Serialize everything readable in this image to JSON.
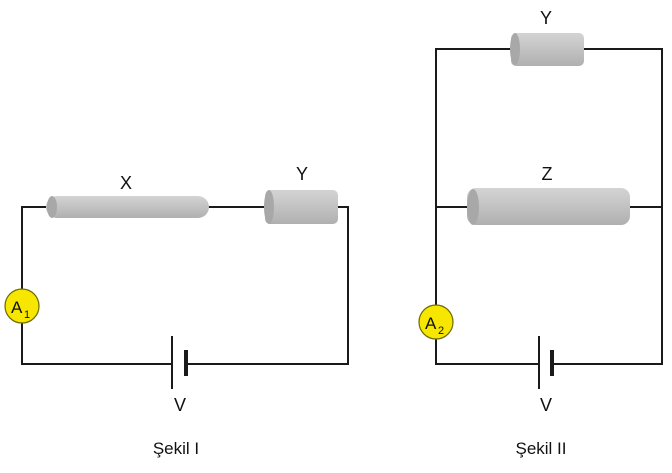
{
  "figure1": {
    "resistor_x_label": "X",
    "resistor_y_label": "Y",
    "ammeter": {
      "letter": "A",
      "index": "1"
    },
    "battery_label": "V",
    "caption": "Şekil I"
  },
  "figure2": {
    "resistor_y_label": "Y",
    "resistor_z_label": "Z",
    "ammeter": {
      "letter": "A",
      "index": "2"
    },
    "battery_label": "V",
    "caption": "Şekil II"
  },
  "colors": {
    "wire": "#1a1a1a",
    "resistor_body": "#c8c8c8",
    "resistor_cap": "#aaaaaa",
    "ammeter_fill": "#f7e600",
    "ammeter_stroke": "#6a6a00"
  }
}
